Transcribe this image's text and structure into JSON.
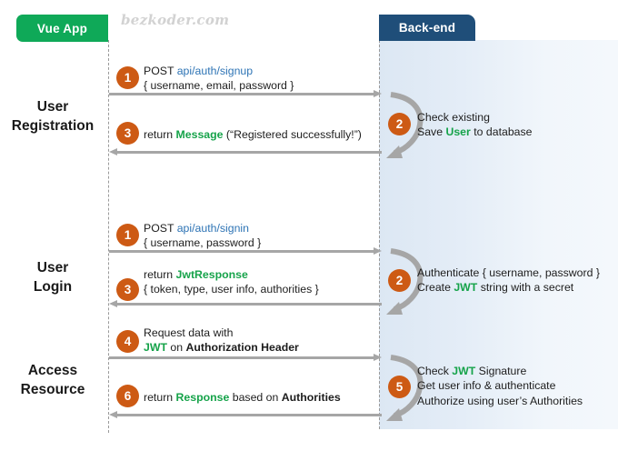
{
  "diagram": {
    "title": "Vue App / Back-end JWT authentication flow sequence diagram",
    "watermark": "bezkoder.com",
    "colors": {
      "vue_header": "#0fa958",
      "backend_header": "#1f4e79",
      "step_circle": "#cd5a14",
      "arrow": "#a6a6a6",
      "link_blue": "#2e74b5",
      "highlight_green": "#16a34a",
      "panel_fill": "#dce7f3"
    },
    "lanes": [
      {
        "name": "vue-app",
        "label": "Vue App"
      },
      {
        "name": "back-end",
        "label": "Back-end"
      }
    ],
    "sections": [
      {
        "name": "user-registration",
        "line1": "User",
        "line2": "Registration"
      },
      {
        "name": "user-login",
        "line1": "User",
        "line2": "Login"
      },
      {
        "name": "access-resource",
        "line1": "Access",
        "line2": "Resource"
      }
    ],
    "steps": [
      {
        "id": "s1-signup",
        "number": "1",
        "lines": [
          [
            {
              "t": "POST ",
              "s": "plain"
            },
            {
              "t": "api/auth/signup",
              "s": "blue"
            }
          ],
          [
            {
              "t": "{ username, email, password }",
              "s": "plain"
            }
          ]
        ]
      },
      {
        "id": "s2-check-save",
        "number": "2",
        "lines": [
          [
            {
              "t": "Check existing",
              "s": "plain"
            }
          ],
          [
            {
              "t": "Save ",
              "s": "plain"
            },
            {
              "t": "User",
              "s": "green"
            },
            {
              "t": " to database",
              "s": "plain"
            }
          ]
        ]
      },
      {
        "id": "s3-return-message",
        "number": "3",
        "lines": [
          [
            {
              "t": "return ",
              "s": "plain"
            },
            {
              "t": "Message",
              "s": "green"
            },
            {
              "t": " (“Registered successfully!”)",
              "s": "plain"
            }
          ]
        ]
      },
      {
        "id": "s1-signin",
        "number": "1",
        "lines": [
          [
            {
              "t": "POST ",
              "s": "plain"
            },
            {
              "t": "api/auth/signin",
              "s": "blue"
            }
          ],
          [
            {
              "t": "{ username, password }",
              "s": "plain"
            }
          ]
        ]
      },
      {
        "id": "s2-authenticate",
        "number": "2",
        "lines": [
          [
            {
              "t": "Authenticate { username, password }",
              "s": "plain"
            }
          ],
          [
            {
              "t": "Create ",
              "s": "plain"
            },
            {
              "t": "JWT",
              "s": "green"
            },
            {
              "t": " string with a secret",
              "s": "plain"
            }
          ]
        ]
      },
      {
        "id": "s3-jwtresponse",
        "number": "3",
        "lines": [
          [
            {
              "t": "return ",
              "s": "plain"
            },
            {
              "t": "JwtResponse",
              "s": "green"
            }
          ],
          [
            {
              "t": "{ token, type, user info, authorities }",
              "s": "plain"
            }
          ]
        ]
      },
      {
        "id": "s4-request-data",
        "number": "4",
        "lines": [
          [
            {
              "t": "Request  data with",
              "s": "plain"
            }
          ],
          [
            {
              "t": "JWT",
              "s": "green"
            },
            {
              "t": " on ",
              "s": "plain"
            },
            {
              "t": "Authorization Header",
              "s": "bold"
            }
          ]
        ]
      },
      {
        "id": "s5-check-signature",
        "number": "5",
        "lines": [
          [
            {
              "t": "Check ",
              "s": "plain"
            },
            {
              "t": "JWT",
              "s": "green"
            },
            {
              "t": " Signature",
              "s": "plain"
            }
          ],
          [
            {
              "t": "Get user info & authenticate",
              "s": "plain"
            }
          ],
          [
            {
              "t": "Authorize using user’s Authorities",
              "s": "plain"
            }
          ]
        ]
      },
      {
        "id": "s6-return-response",
        "number": "6",
        "lines": [
          [
            {
              "t": "return ",
              "s": "plain"
            },
            {
              "t": "Response",
              "s": "green"
            },
            {
              "t": " based on ",
              "s": "plain"
            },
            {
              "t": "Authorities",
              "s": "bold"
            }
          ]
        ]
      }
    ],
    "arrows": [
      {
        "name": "arrow-signup-request",
        "direction": "right"
      },
      {
        "name": "arrow-register-return",
        "direction": "left"
      },
      {
        "name": "arrow-signin-request",
        "direction": "right"
      },
      {
        "name": "arrow-jwtresponse-return",
        "direction": "left"
      },
      {
        "name": "arrow-resource-request",
        "direction": "right"
      },
      {
        "name": "arrow-resource-return",
        "direction": "left"
      }
    ]
  }
}
